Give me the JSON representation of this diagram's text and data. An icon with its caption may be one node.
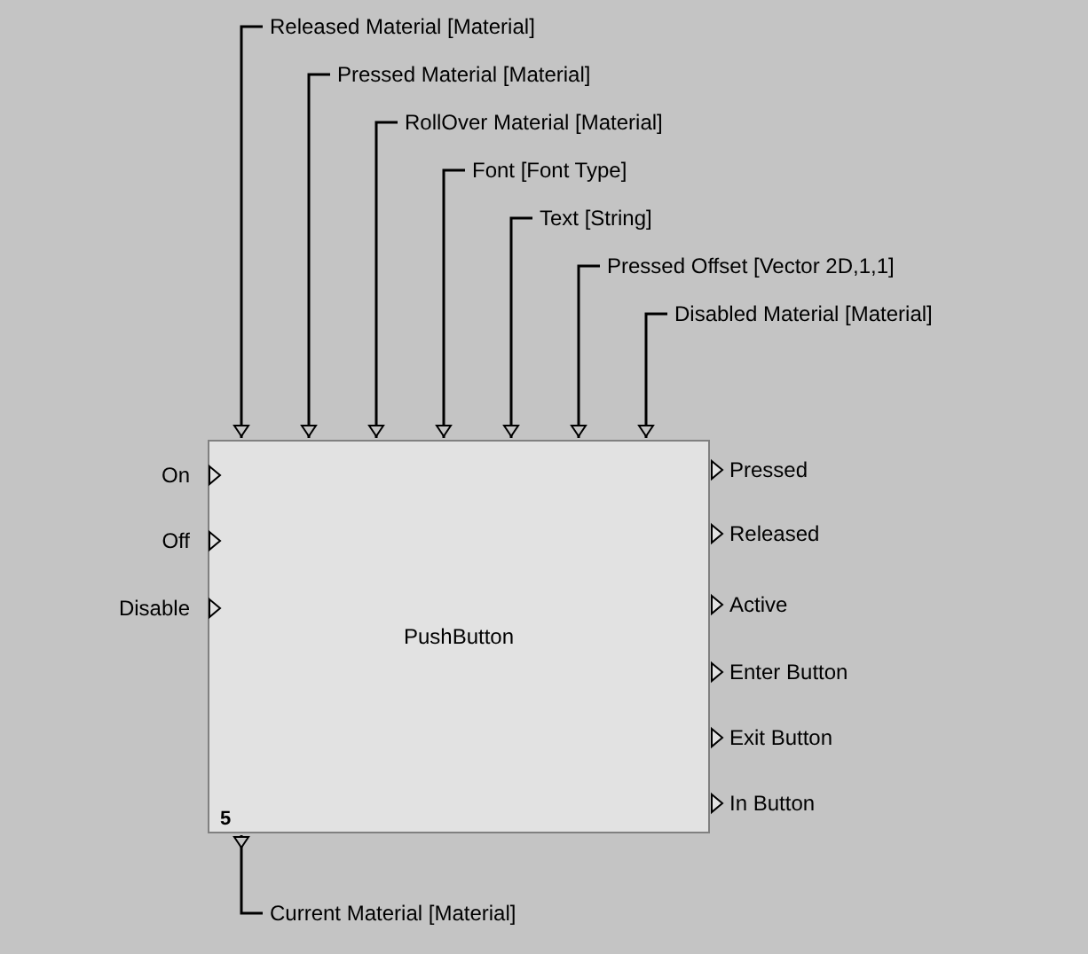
{
  "diagram": {
    "nodes": [
      {
        "text": [
          "PushButton"
        ]
      },
      {
        "text": [
          "Released Material [Material]"
        ]
      },
      {
        "text": [
          "Pressed Material [Material]"
        ]
      },
      {
        "text": [
          "RollOver Material [Material]"
        ]
      },
      {
        "text": [
          "Font [Font Type]"
        ]
      },
      {
        "text": [
          "Text [String]"
        ]
      },
      {
        "text": [
          "Pressed Offset [Vector 2D,1,1]"
        ]
      },
      {
        "text": [
          "Disabled Material [Material]"
        ]
      },
      {
        "text": [
          "Current Material [Material]"
        ]
      }
    ],
    "edges": [
      {
        "from": 1,
        "to": 0,
        "arrow": "to"
      },
      {
        "from": 2,
        "to": 0,
        "arrow": "to"
      },
      {
        "from": 3,
        "to": 0,
        "arrow": "to"
      },
      {
        "from": 4,
        "to": 0,
        "arrow": "to"
      },
      {
        "from": 5,
        "to": 0,
        "arrow": "to"
      },
      {
        "from": 6,
        "to": 0,
        "arrow": "to"
      },
      {
        "from": 7,
        "to": 0,
        "arrow": "to"
      },
      {
        "from": 0,
        "to": 8,
        "arrow": "other"
      }
    ],
    "labels": [
      "On",
      "Off",
      "Disable",
      "Pressed",
      "Released",
      "Active",
      "Enter Button",
      "Exit Button",
      "In Button",
      "5"
    ]
  }
}
